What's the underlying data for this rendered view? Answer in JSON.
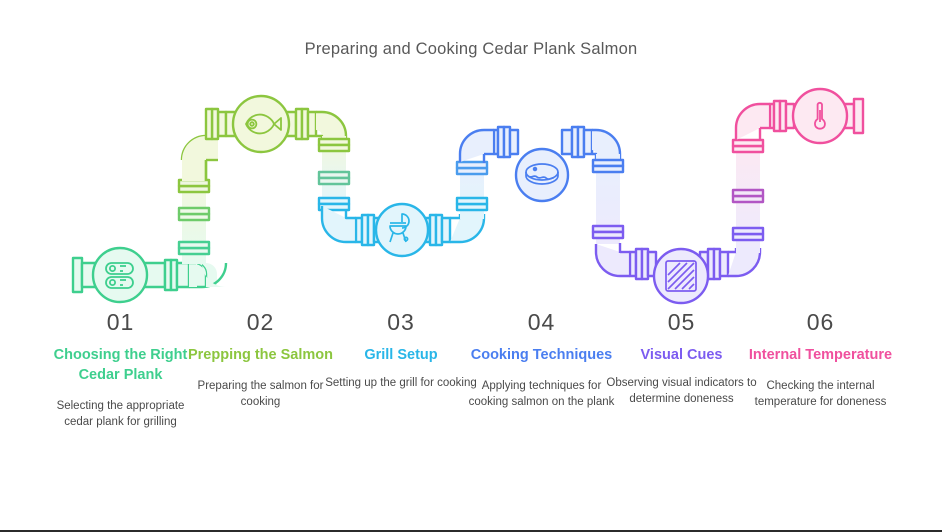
{
  "header": {
    "title": "Preparing and Cooking Cedar Plank Salmon"
  },
  "colors": {
    "step1": "#3ecf8e",
    "step2": "#8cc63f",
    "step3": "#29b6e8",
    "step4": "#4a7ef0",
    "step5": "#7c5cf0",
    "step6": "#f0509e",
    "number": "#4a4a4a",
    "description": "#4a4a4a",
    "title": "#595959"
  },
  "steps": [
    {
      "number": "01",
      "title": "Choosing the Right Cedar Plank",
      "description": "Selecting the appropriate cedar plank for grilling",
      "icon": "cedar-plank-icon",
      "color": "#3ecf8e"
    },
    {
      "number": "02",
      "title": "Prepping the Salmon",
      "description": "Preparing the salmon for cooking",
      "icon": "fish-icon",
      "color": "#8cc63f"
    },
    {
      "number": "03",
      "title": "Grill Setup",
      "description": "Setting up the grill for cooking",
      "icon": "grill-icon",
      "color": "#29b6e8"
    },
    {
      "number": "04",
      "title": "Cooking Techniques",
      "description": "Applying techniques for cooking salmon on the plank",
      "icon": "salmon-fillet-icon",
      "color": "#4a7ef0"
    },
    {
      "number": "05",
      "title": "Visual Cues",
      "description": "Observing visual indicators to determine doneness",
      "icon": "grill-marks-icon",
      "color": "#7c5cf0"
    },
    {
      "number": "06",
      "title": "Internal Temperature",
      "description": "Checking the internal temperature for doneness",
      "icon": "thermometer-icon",
      "color": "#f0509e"
    }
  ]
}
